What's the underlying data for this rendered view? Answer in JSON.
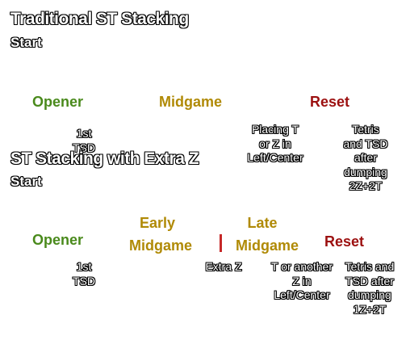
{
  "diagram1": {
    "title": "Traditional ST Stacking",
    "start": "Start",
    "opener": "Opener",
    "opener_desc": "1st TSD",
    "midgame": "Midgame",
    "midgame_desc": "Placing T or Z in Left/Center",
    "reset": "Reset",
    "reset_desc": "Tetris and TSD after dumping 2Z+2T"
  },
  "diagram2": {
    "title": "ST Stacking with Extra Z",
    "start": "Start",
    "opener": "Opener",
    "opener_desc": "1st TSD",
    "early_midgame": "Early Midgame",
    "early_midgame_desc": "Extra Z",
    "late_midgame": "Late Midgame",
    "late_midgame_desc": "T or another Z in Left/Center",
    "reset": "Reset",
    "reset_desc": "Tetris and TSD after dumping 1Z+2T"
  },
  "colors": {
    "opener": "#4a8a1c",
    "midgame": "#b08a06",
    "reset": "#9c1010",
    "marker": "#c62828"
  }
}
